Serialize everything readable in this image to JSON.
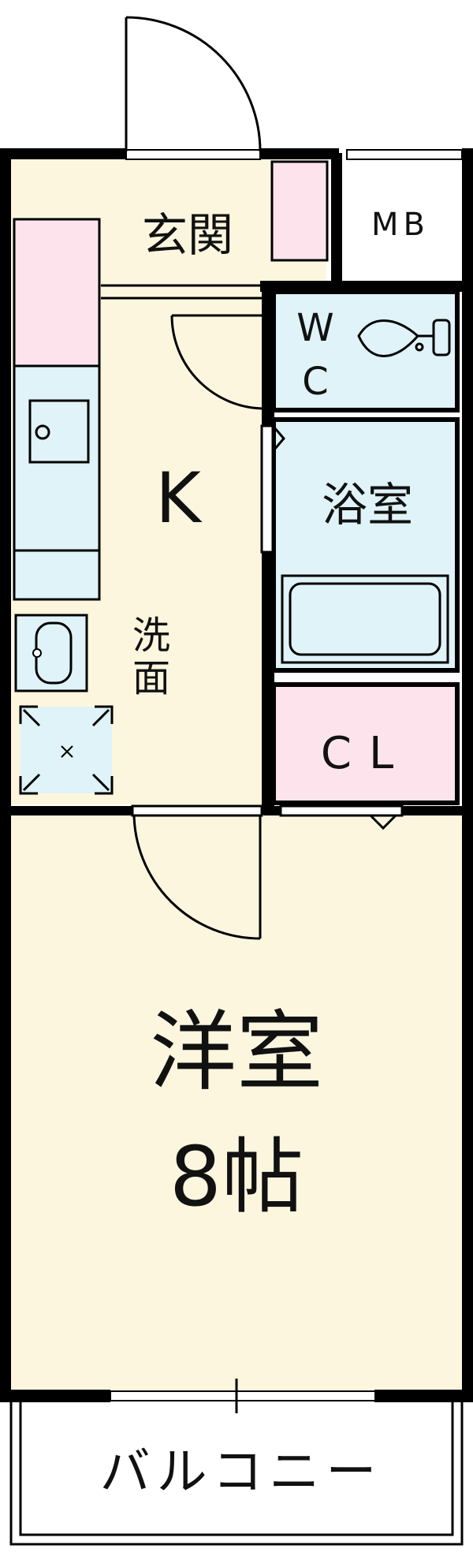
{
  "rooms": {
    "entrance": "玄関",
    "meter_box": "MB",
    "wc_line1": "W",
    "wc_line2": "C",
    "kitchen": "K",
    "bath": "浴室",
    "washroom_line1": "洗",
    "washroom_line2": "面",
    "closet": "CL",
    "western_room": "洋室",
    "western_room_size": "8帖",
    "balcony": "バルコニー"
  },
  "colors": {
    "wall": "#000000",
    "floor": "#fdf6df",
    "wet_area": "#dff3f8",
    "storage": "#fde4ec",
    "exterior": "#ffffff"
  }
}
